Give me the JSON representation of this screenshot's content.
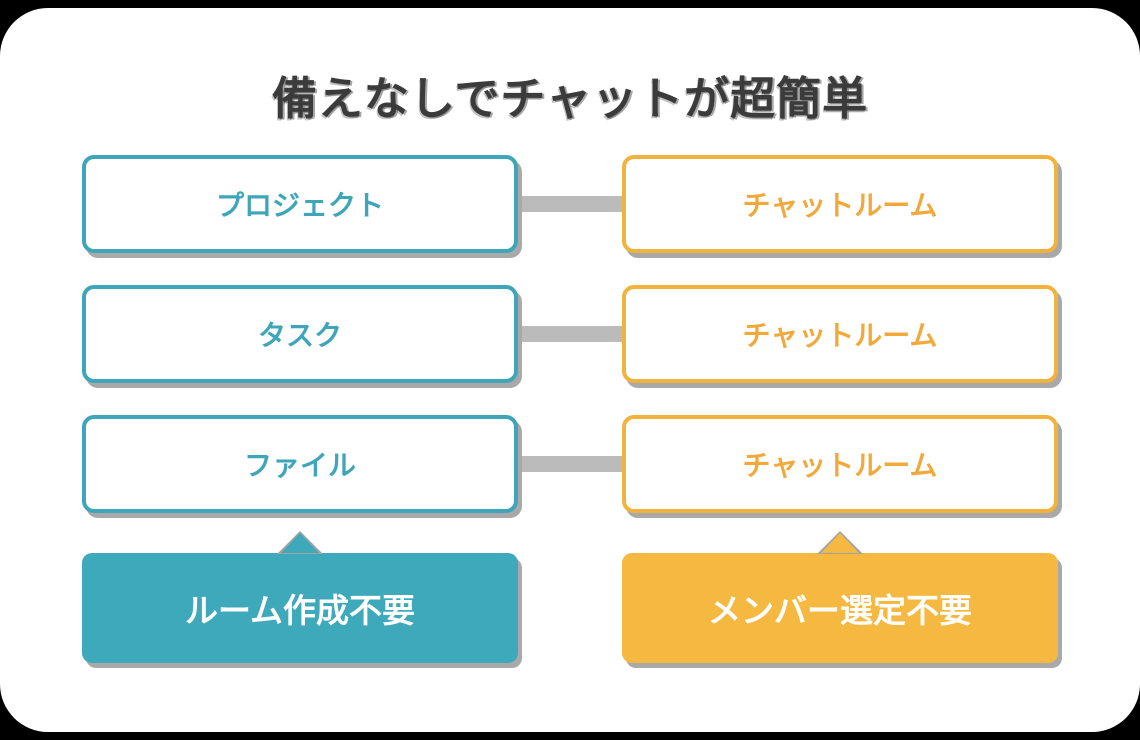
{
  "title": "備えなしでチャットが超簡単",
  "rows": [
    {
      "left": "プロジェクト",
      "right": "チャットルーム"
    },
    {
      "left": "タスク",
      "right": "チャットルーム"
    },
    {
      "left": "ファイル",
      "right": "チャットルーム"
    }
  ],
  "footers": {
    "left": "ルーム作成不要",
    "right": "メンバー選定不要"
  },
  "colors": {
    "teal": "#3fa6ba",
    "teal_fill": "#3da9bb",
    "orange_border": "#f2b33d",
    "orange_text": "#f1a93c",
    "orange_fill": "#f5b942",
    "connector_gray": "#bbbbbb",
    "shadow_gray": "#a9a9a9",
    "title_color": "#3b3b3b"
  }
}
